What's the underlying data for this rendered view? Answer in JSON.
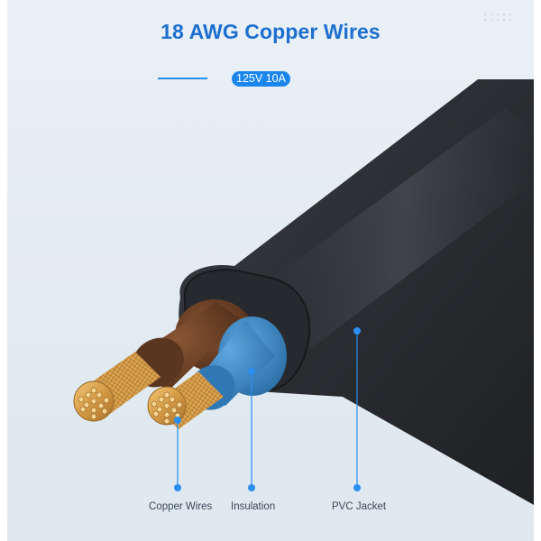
{
  "title": "18 AWG Copper Wires",
  "badge": "125V 10A",
  "callouts": [
    {
      "label": "Copper Wires"
    },
    {
      "label": "Insulation"
    },
    {
      "label": "PVC Jacket"
    }
  ],
  "colors": {
    "accent": "#1e6fd0",
    "badge": "#1b86ee",
    "jacket": "#2d3034",
    "brown_insulation": "#6e4326",
    "blue_insulation": "#3a86c2",
    "copper": "#d9a24a"
  }
}
